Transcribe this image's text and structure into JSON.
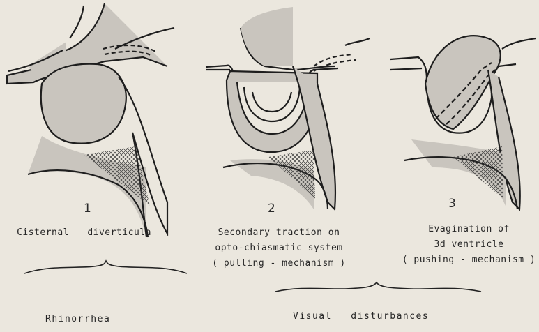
{
  "panels": [
    {
      "number": "1",
      "caption_lines": [
        "Cisternal diverticula"
      ]
    },
    {
      "number": "2",
      "caption_lines": [
        "Secondary traction on",
        "opto-chiasmatic system",
        "( pulling - mechanism )"
      ]
    },
    {
      "number": "3",
      "caption_lines": [
        "Evagination of",
        "3d ventricle",
        "( pushing - mechanism )"
      ]
    }
  ],
  "bottom_labels": {
    "left": "Rhinorrhea",
    "right": "Visual disturbances"
  },
  "colors": {
    "fill": "#c9c5be",
    "line": "#1e1e1e",
    "paper": "#ebe7de"
  }
}
